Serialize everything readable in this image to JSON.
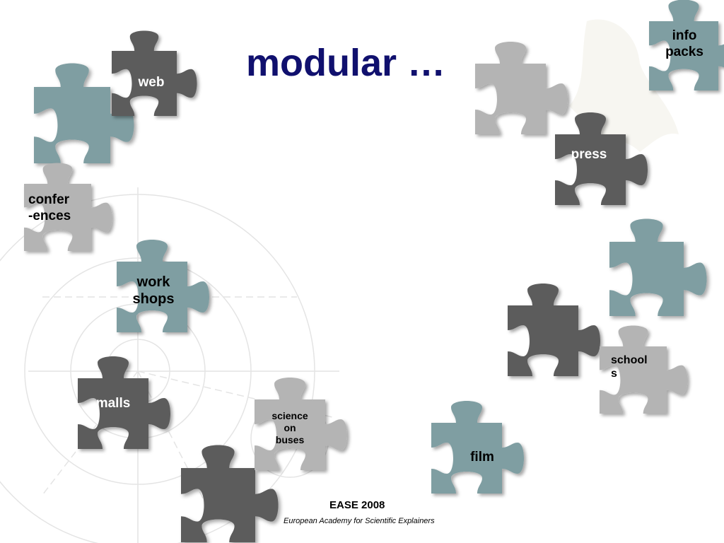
{
  "slide": {
    "title": "modular …",
    "footer": {
      "event": "EASE 2008",
      "organization": "European Academy for Scientific Explainers"
    }
  },
  "colors": {
    "title": "#10106e",
    "piece_teal": "#7f9ea2",
    "piece_dark": "#5b5b5b",
    "piece_light": "#b4b4b4",
    "label_on_dark": "#ffffff",
    "label_on_light": "#000000"
  },
  "pieces": {
    "web": {
      "label": "web"
    },
    "conferences": {
      "line1": "confer",
      "line2": "-ences"
    },
    "workshops": {
      "line1": "work",
      "line2": "shops"
    },
    "malls": {
      "label": "malls"
    },
    "science_on_buses": {
      "line1": "science",
      "line2": "on",
      "line3": "buses"
    },
    "film": {
      "label": "film"
    },
    "schools": {
      "line1": "school",
      "line2": "s"
    },
    "press": {
      "label": "press"
    },
    "info_packs": {
      "line1": "info",
      "line2": "packs"
    }
  }
}
